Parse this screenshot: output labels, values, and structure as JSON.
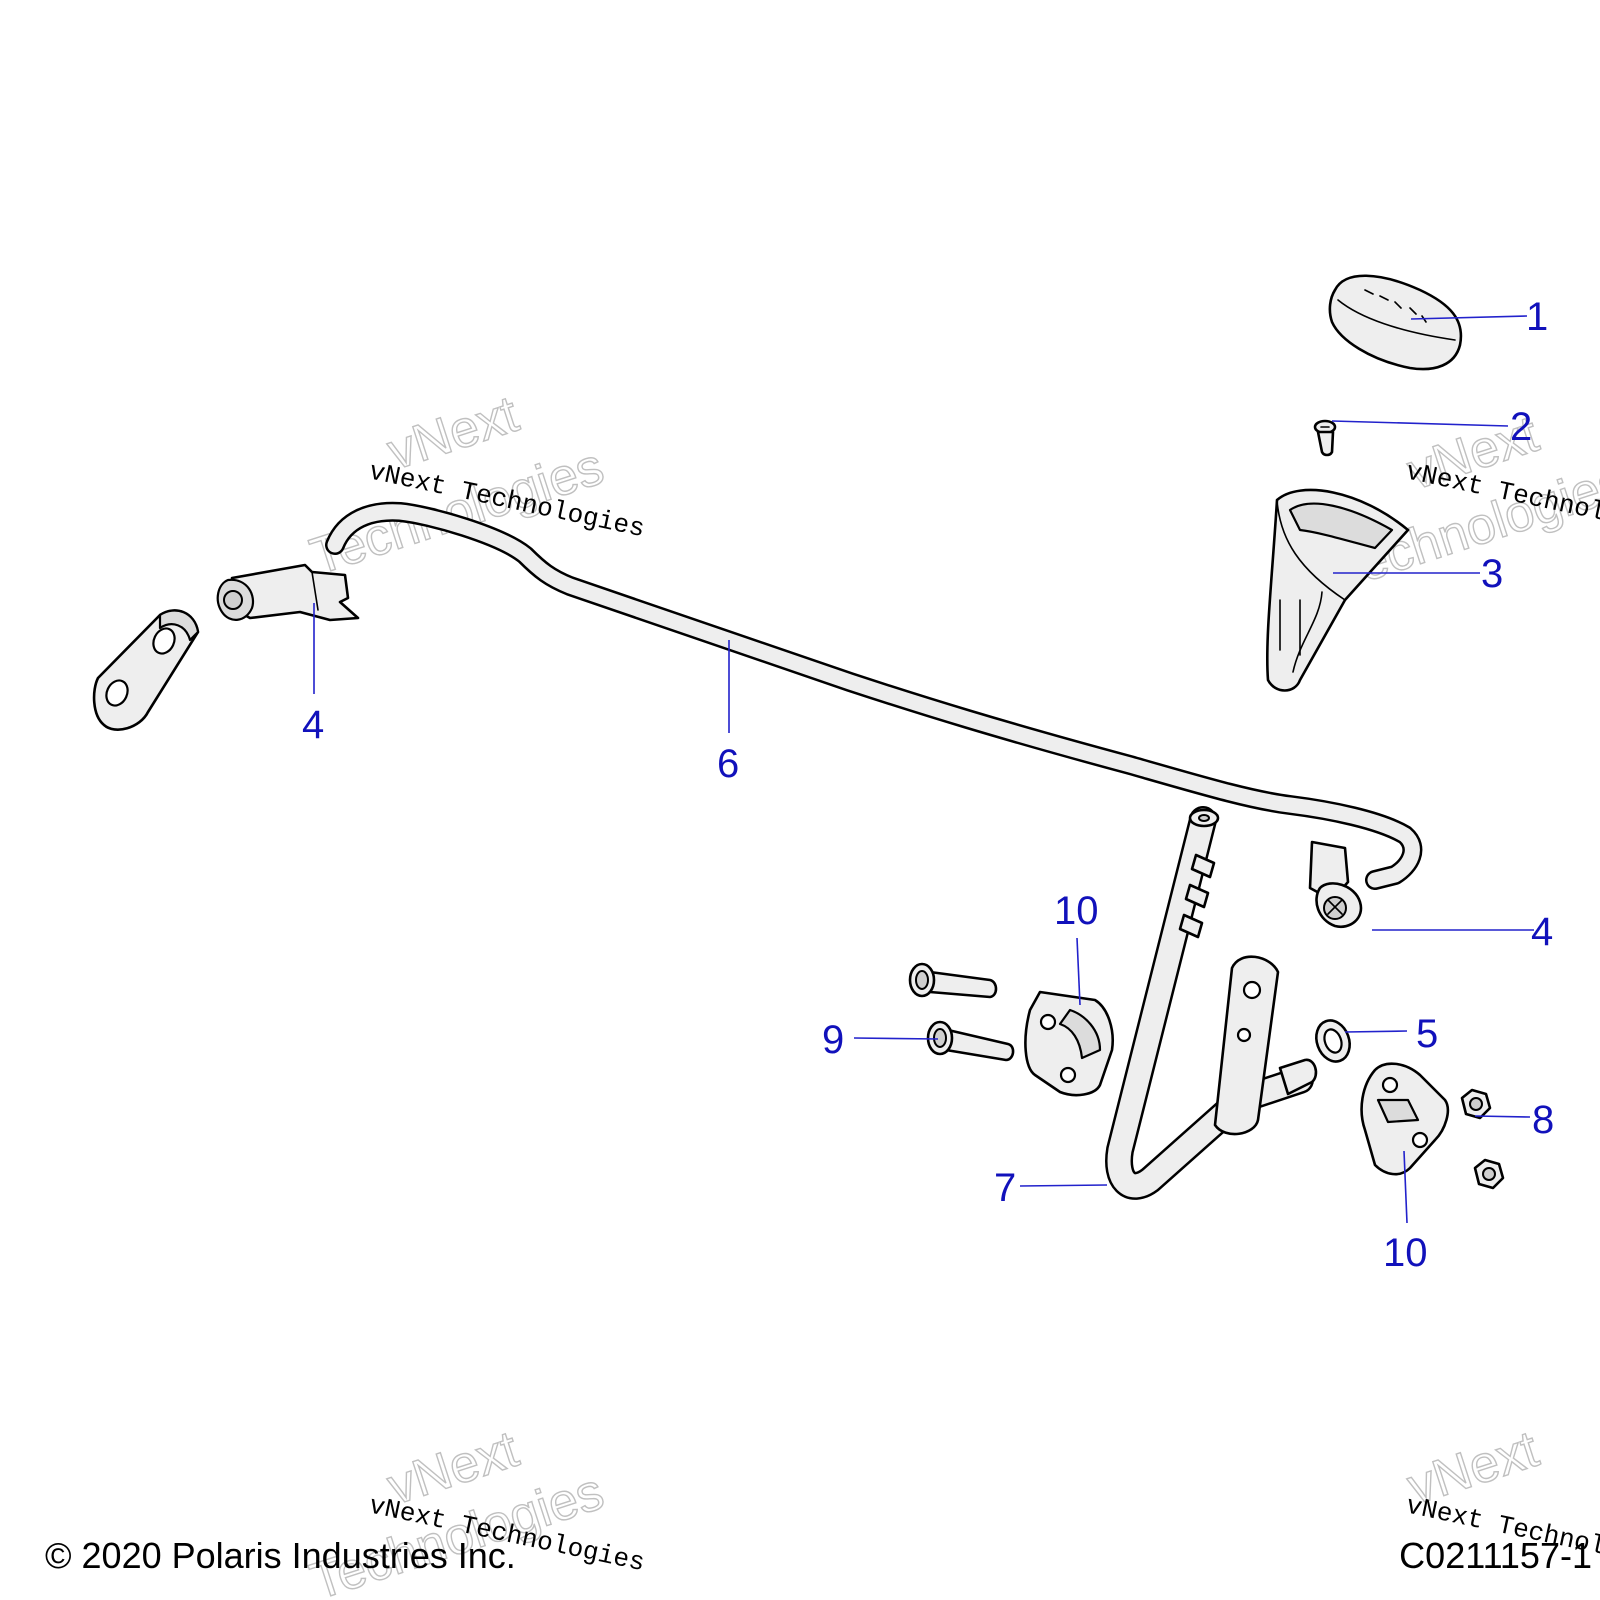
{
  "callouts": {
    "c1": "1",
    "c2": "2",
    "c3": "3",
    "c4a": "4",
    "c4b": "4",
    "c5": "5",
    "c6": "6",
    "c7": "7",
    "c8": "8",
    "c9": "9",
    "c10a": "10",
    "c10b": "10"
  },
  "watermark": {
    "line_small": "vNext Technologies",
    "line_big_1": "vNext",
    "line_big_2": "Technologies"
  },
  "footer": {
    "copyright": "© 2020 Polaris Industries Inc.",
    "figure_id": "C0211157-1"
  },
  "colors": {
    "callout": "#1111bb",
    "line_art": "#000000",
    "part_fill": "#eeeeee"
  }
}
